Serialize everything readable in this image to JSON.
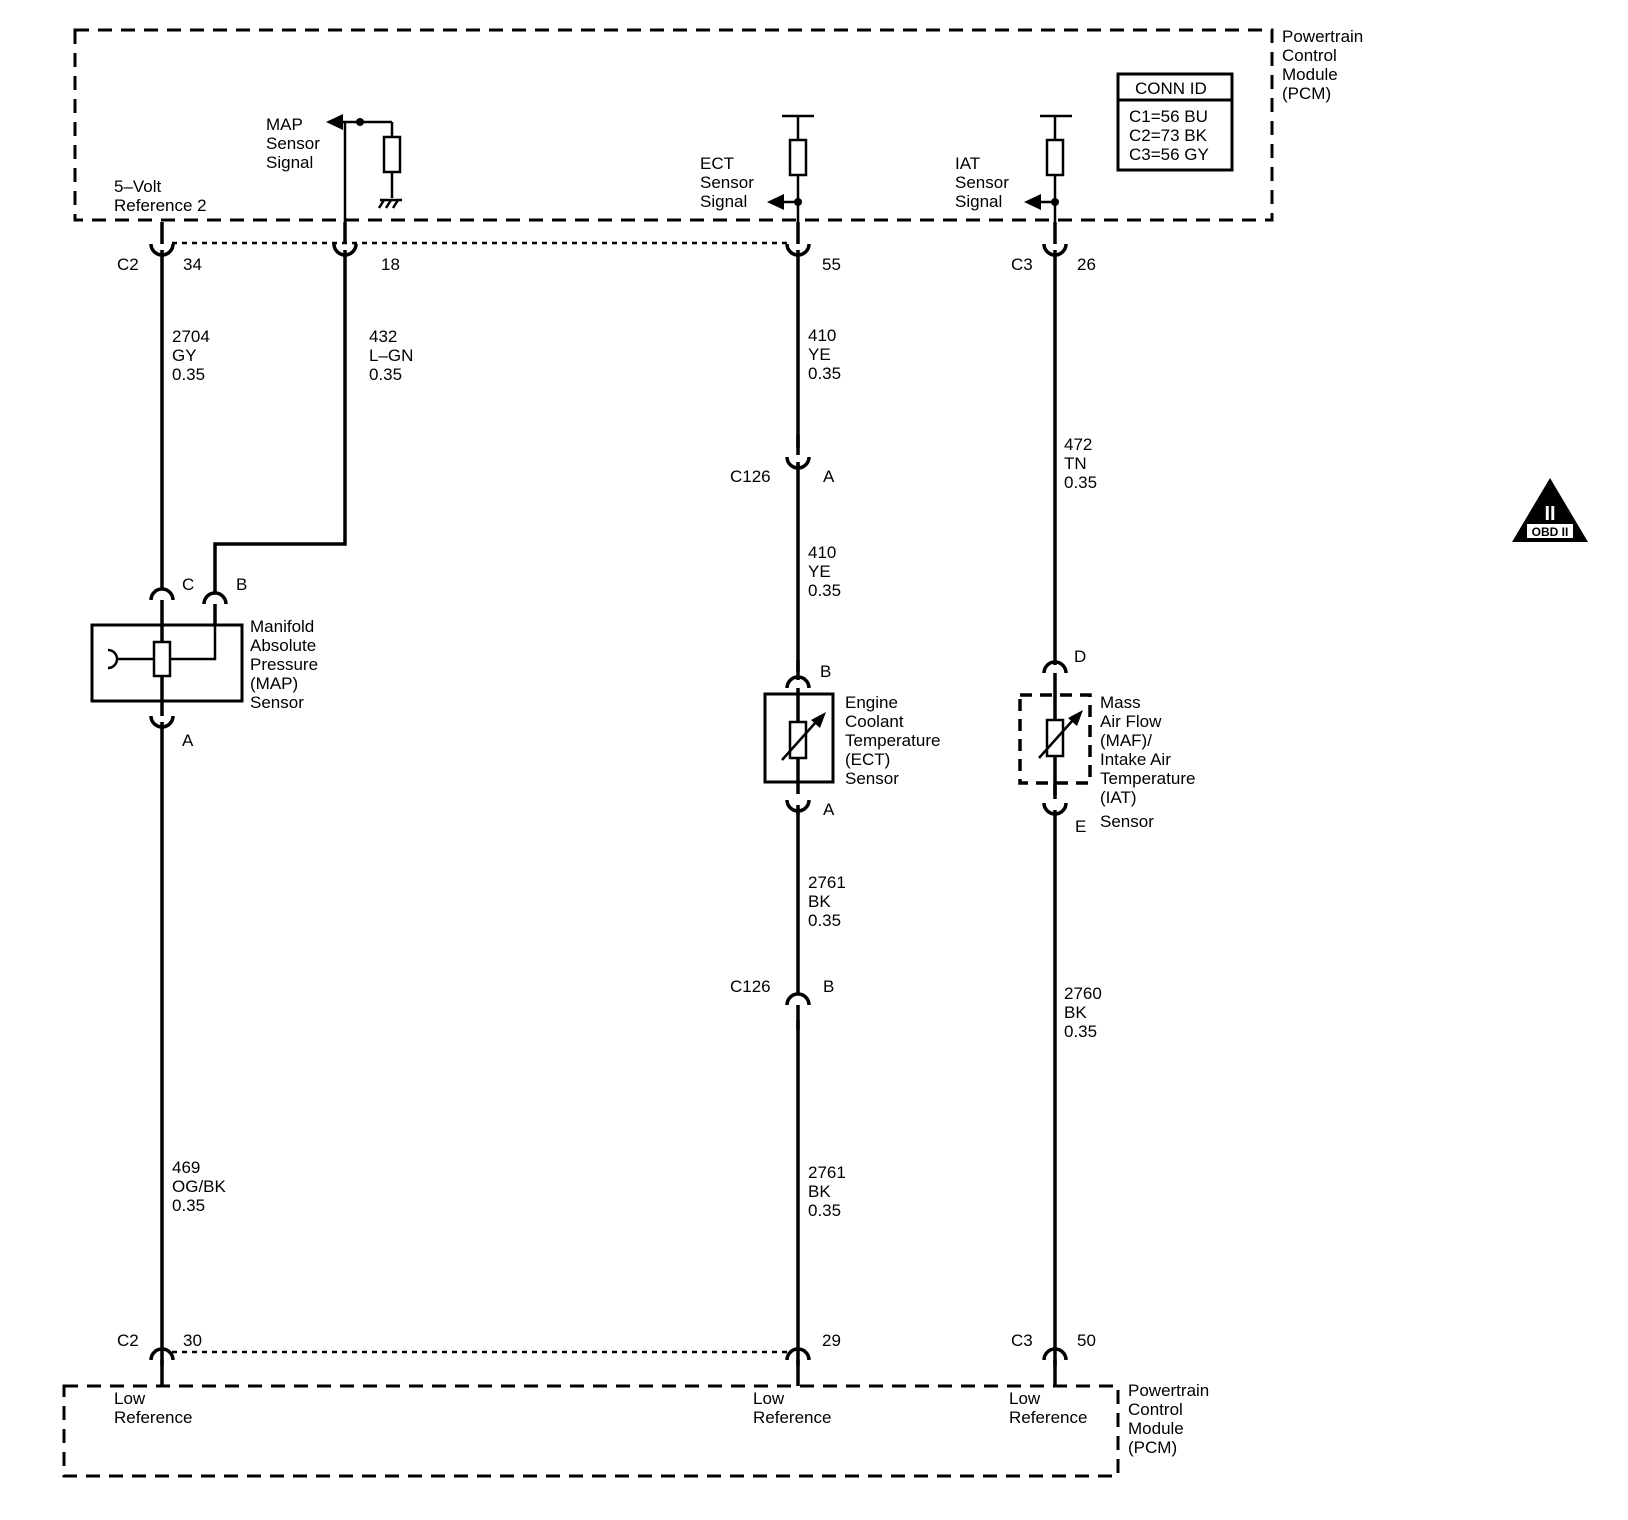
{
  "pcm_top": {
    "title": [
      "Powertrain",
      "Control",
      "Module",
      "(PCM)"
    ],
    "conn_id": {
      "header": "CONN ID",
      "lines": [
        "C1=56 BU",
        "C2=73 BK",
        "C3=56 GY"
      ]
    },
    "signals": {
      "five_volt": [
        "5–Volt",
        "Reference 2"
      ],
      "map": [
        "MAP",
        "Sensor",
        "Signal"
      ],
      "ect": [
        "ECT",
        "Sensor",
        "Signal"
      ],
      "iat": [
        "IAT",
        "Sensor",
        "Signal"
      ]
    }
  },
  "pcm_bottom": {
    "title": [
      "Powertrain",
      "Control",
      "Module",
      "(PCM)"
    ],
    "low_ref": [
      "Low",
      "Reference"
    ]
  },
  "pins": {
    "c2": "C2",
    "c3": "C3",
    "p34": "34",
    "p18": "18",
    "p55": "55",
    "p26": "26",
    "p30": "30",
    "p29": "29",
    "p50": "50"
  },
  "wires": {
    "w2704": [
      "2704",
      "GY",
      "0.35"
    ],
    "w432": [
      "432",
      "L–GN",
      "0.35"
    ],
    "w410a": [
      "410",
      "YE",
      "0.35"
    ],
    "w410b": [
      "410",
      "YE",
      "0.35"
    ],
    "w472": [
      "472",
      "TN",
      "0.35"
    ],
    "w469": [
      "469",
      "OG/BK",
      "0.35"
    ],
    "w2761a": [
      "2761",
      "BK",
      "0.35"
    ],
    "w2761b": [
      "2761",
      "BK",
      "0.35"
    ],
    "w2760": [
      "2760",
      "BK",
      "0.35"
    ]
  },
  "connectors": {
    "c126": "C126",
    "a": "A",
    "b": "B",
    "c": "C",
    "d": "D",
    "e": "E"
  },
  "components": {
    "map": [
      "Manifold",
      "Absolute",
      "Pressure",
      "(MAP)",
      "Sensor"
    ],
    "ect": [
      "Engine",
      "Coolant",
      "Temperature",
      "(ECT)",
      "Sensor"
    ],
    "maf": [
      "Mass",
      "Air Flow",
      "(MAF)/",
      "Intake Air",
      "Temperature",
      "(IAT)",
      "Sensor"
    ]
  },
  "obd": {
    "roman": "II",
    "label": "OBD II"
  }
}
